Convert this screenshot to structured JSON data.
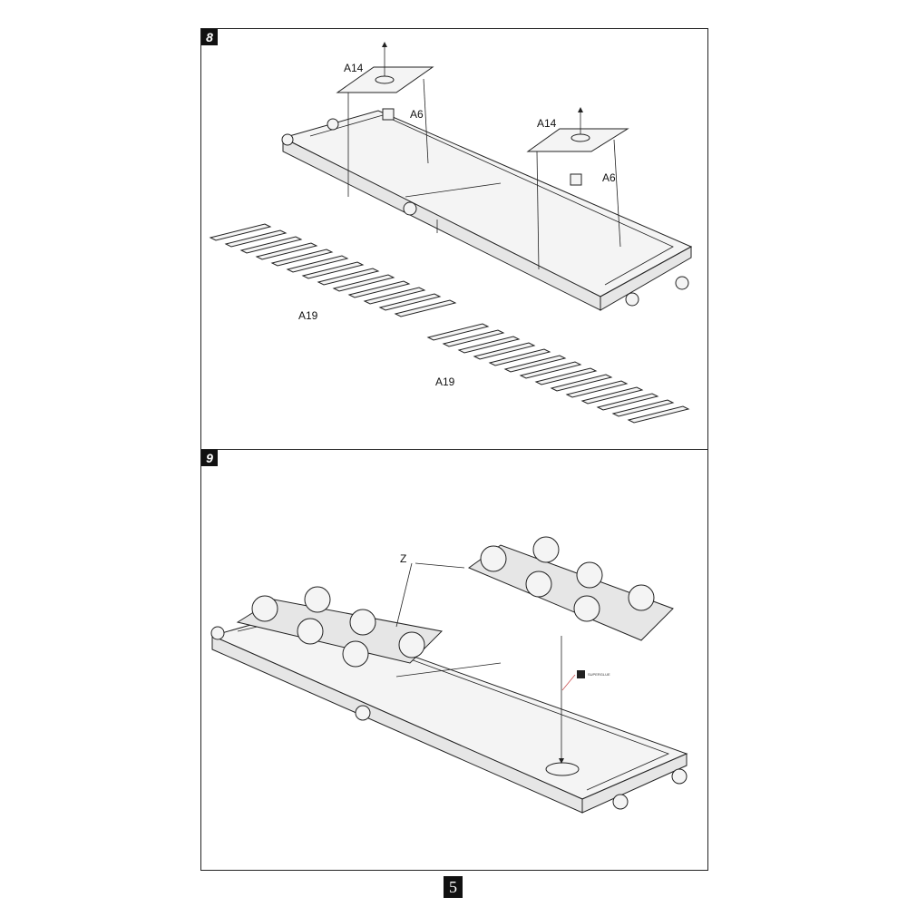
{
  "steps": [
    {
      "number": "8",
      "labels": {
        "a14_left": "A14",
        "a6_left": "A6",
        "a14_right": "A14",
        "a6_right": "A6",
        "a19_top": "A19",
        "a19_bottom": "A19"
      }
    },
    {
      "number": "9",
      "labels": {
        "z": "Z",
        "glue": "SUPERGLUE"
      }
    }
  ],
  "page_number": "5"
}
